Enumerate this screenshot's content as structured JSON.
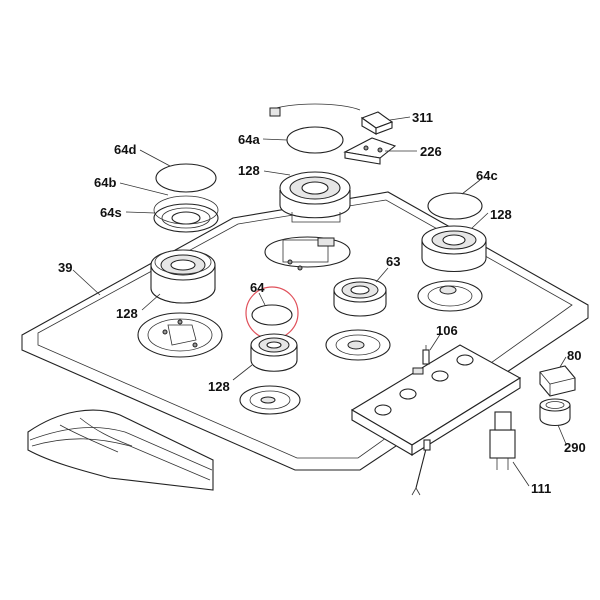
{
  "labels": {
    "p311": "311",
    "p226": "226",
    "p64a": "64a",
    "p64d": "64d",
    "p128_top": "128",
    "p64b": "64b",
    "p64s": "64s",
    "p64c": "64c",
    "p128_right": "128",
    "p39": "39",
    "p63": "63",
    "p64": "64",
    "p128_left": "128",
    "p106": "106",
    "p80": "80",
    "p128_front": "128",
    "p290": "290",
    "p111": "111"
  },
  "colors": {
    "line": "#222222",
    "highlight_circle": "#e0505a",
    "background": "#ffffff"
  }
}
